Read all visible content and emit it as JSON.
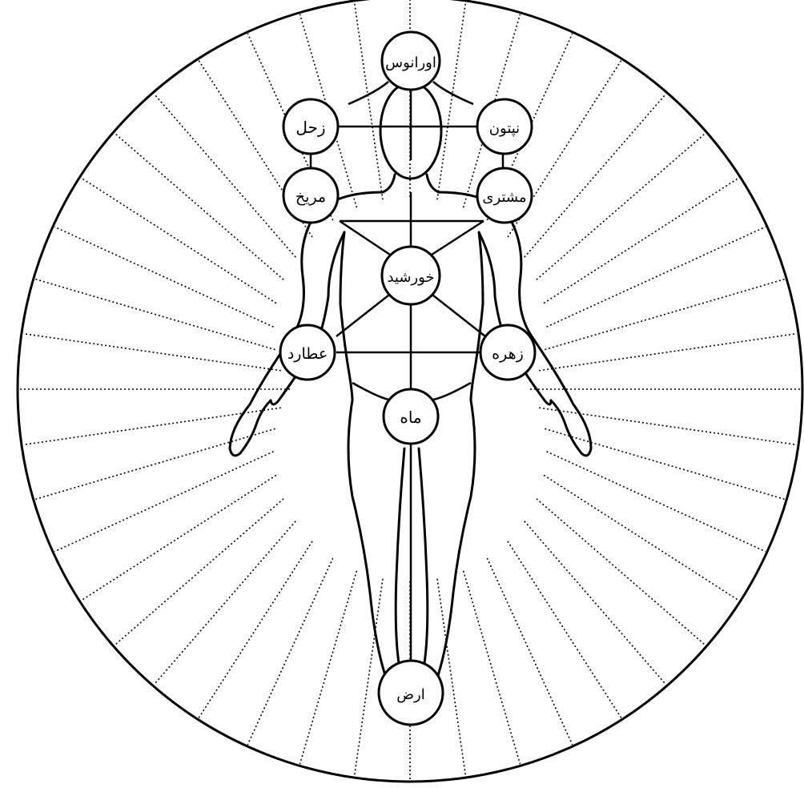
{
  "diagram": {
    "ink_color": "#000000",
    "paper_color": "#ffffff",
    "nodes": [
      {
        "id": "uranus",
        "label": "اورانوس"
      },
      {
        "id": "saturn",
        "label": "زحل"
      },
      {
        "id": "neptune",
        "label": "نپتون"
      },
      {
        "id": "mars",
        "label": "مریخ"
      },
      {
        "id": "jupiter",
        "label": "مشتری"
      },
      {
        "id": "sun",
        "label": "خورشید"
      },
      {
        "id": "mercury",
        "label": "عطارد"
      },
      {
        "id": "venus",
        "label": "زهره"
      },
      {
        "id": "moon",
        "label": "ماه"
      },
      {
        "id": "earth",
        "label": "ارض"
      }
    ]
  }
}
